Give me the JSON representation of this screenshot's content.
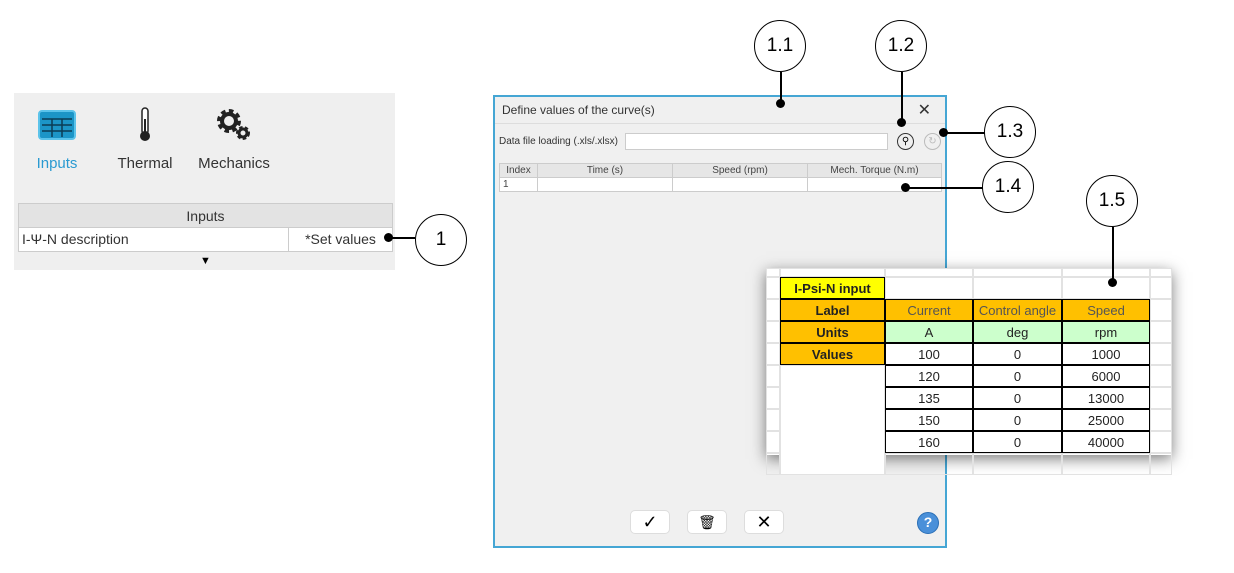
{
  "toolbar": {
    "items": [
      {
        "label": "Inputs",
        "icon": "table-icon",
        "active": true
      },
      {
        "label": "Thermal",
        "icon": "thermometer-icon"
      },
      {
        "label": "Mechanics",
        "icon": "gears-icon"
      }
    ]
  },
  "inputs_table": {
    "header": "Inputs",
    "row": {
      "name": "I-Ψ-N description",
      "action": "*Set values"
    }
  },
  "dialog": {
    "title": "Define values of the curve(s)",
    "file_label": "Data file loading (.xls/.xlsx)",
    "file_value": "",
    "columns": [
      "Index",
      "Time (s)",
      "Speed (rpm)",
      "Mech. Torque (N.m)"
    ],
    "rows": [
      [
        "1",
        "",
        "",
        ""
      ]
    ],
    "buttons": {
      "ok": "✓",
      "delete": "🗑",
      "cancel": "✕",
      "help": "?"
    }
  },
  "excel": {
    "title": "I-Psi-N input",
    "row_labels": [
      "Label",
      "Units",
      "Values"
    ],
    "labels": [
      "Current",
      "Control angle",
      "Speed"
    ],
    "units": [
      "A",
      "deg",
      "rpm"
    ],
    "values": [
      [
        "100",
        "0",
        "1000"
      ],
      [
        "120",
        "0",
        "6000"
      ],
      [
        "135",
        "0",
        "13000"
      ],
      [
        "150",
        "0",
        "25000"
      ],
      [
        "160",
        "0",
        "40000"
      ]
    ]
  },
  "callouts": [
    "1",
    "1.1",
    "1.2",
    "1.3",
    "1.4",
    "1.5"
  ],
  "colors": {
    "accent": "#45a6d4",
    "yellow": "#ffff00",
    "orange": "#ffc000",
    "green": "#ccffcc"
  }
}
